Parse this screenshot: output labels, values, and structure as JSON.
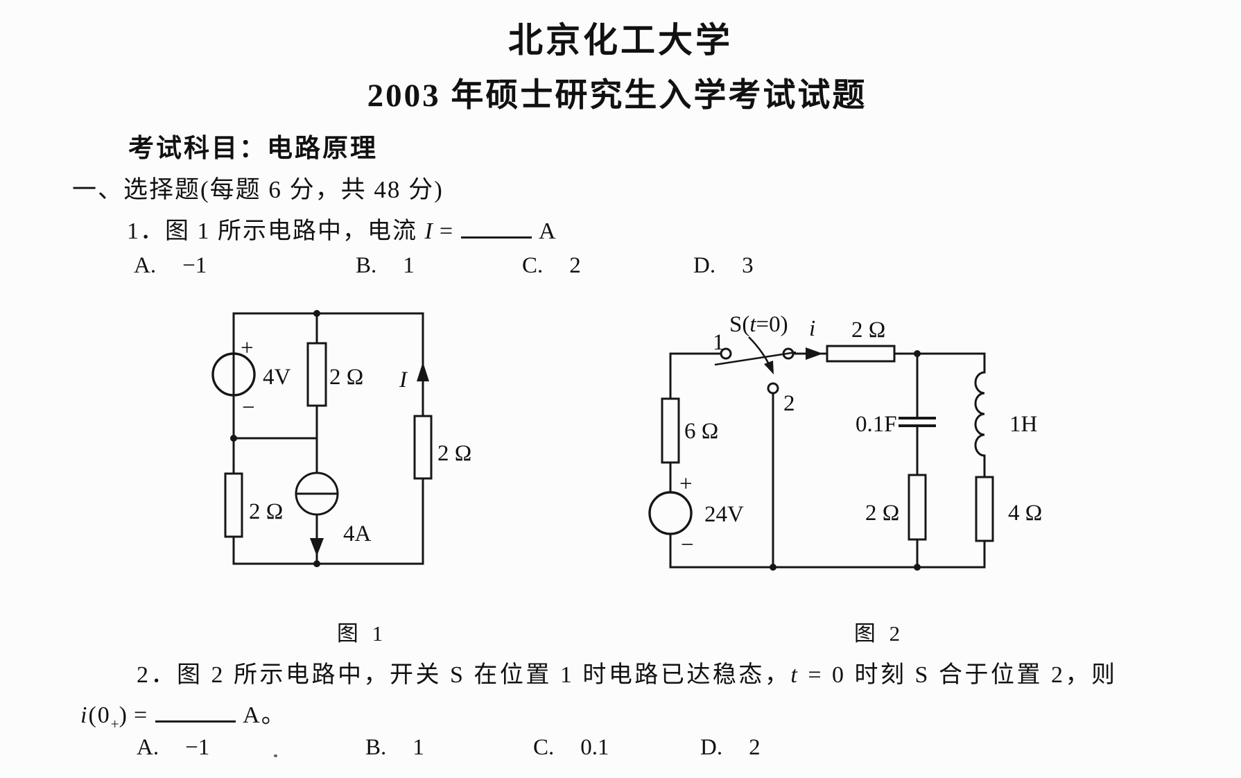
{
  "page": {
    "title_line1": "北京化工大学",
    "title_line2": "2003 年硕士研究生入学考试试题",
    "subject_line": "考试科目：电路原理",
    "section_heading": "一、选择题(每题 6 分，共 48 分)"
  },
  "question1": {
    "prefix": "1．图 1 所示电路中，电流",
    "variable": "I",
    "equals": "=",
    "unit": "A",
    "options": [
      {
        "label": "A.",
        "value": "−1"
      },
      {
        "label": "B.",
        "value": "1"
      },
      {
        "label": "C.",
        "value": "2"
      },
      {
        "label": "D.",
        "value": "3"
      }
    ]
  },
  "figure1": {
    "caption": "图 1",
    "voltage_source": "4V",
    "voltage_plus": "+",
    "voltage_minus": "−",
    "resistor_middle": "2 Ω",
    "resistor_right": "2 Ω",
    "resistor_left": "2 Ω",
    "current_source": "4A",
    "current_label": "I"
  },
  "figure2": {
    "caption": "图 2",
    "switch_prefix": "S(",
    "switch_t": "t",
    "switch_suffix": "=0)",
    "position1": "1",
    "position2": "2",
    "current_label": "i",
    "resistor_series": "2 Ω",
    "capacitor": "0.1F",
    "inductor": "1H",
    "resistor_left": "6 Ω",
    "voltage_source": "24V",
    "voltage_plus": "+",
    "voltage_minus": "−",
    "resistor_cap_branch": "2 Ω",
    "resistor_ind_branch": "4 Ω"
  },
  "question2": {
    "prefix": "2．图 2 所示电路中，开关 S 在位置 1 时电路已达稳态，",
    "variable_t": "t",
    "suffix": " = 0 时刻 S 合于位置 2，则",
    "expr_i": "i",
    "expr_open": "(0",
    "expr_sub": "+",
    "expr_close": ")",
    "equals": "=",
    "unit": "A。",
    "options": [
      {
        "label": "A.",
        "value": "−1"
      },
      {
        "label": "B.",
        "value": "1"
      },
      {
        "label": "C.",
        "value": "0.1"
      },
      {
        "label": "D.",
        "value": "2"
      }
    ]
  }
}
